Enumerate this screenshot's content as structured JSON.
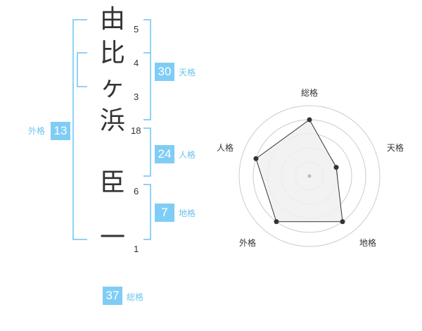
{
  "name_chars": [
    {
      "char": "由",
      "strokes": "5"
    },
    {
      "char": "比",
      "strokes": "4"
    },
    {
      "char": "ヶ",
      "strokes": "3"
    },
    {
      "char": "浜",
      "strokes": "18"
    },
    {
      "char": "臣",
      "strokes": "6"
    },
    {
      "char": "一",
      "strokes": "1"
    }
  ],
  "scores": {
    "tenkaku": {
      "value": "30",
      "label": "天格"
    },
    "jinkaku": {
      "value": "24",
      "label": "人格"
    },
    "chikaku": {
      "value": "7",
      "label": "地格"
    },
    "gaikaku": {
      "value": "13",
      "label": "外格"
    },
    "soukaku": {
      "value": "37",
      "label": "総格"
    }
  },
  "radar": {
    "axes": [
      "総格",
      "天格",
      "地格",
      "外格",
      "人格"
    ],
    "levels": 5,
    "values": [
      4,
      2,
      4,
      4,
      4
    ],
    "max": 5,
    "fill_color": "#f0f0f0",
    "line_color": "#333333",
    "grid_color": "#cccccc"
  },
  "colors": {
    "accent": "#7fcdf5",
    "bracket": "#6cc3f0"
  }
}
